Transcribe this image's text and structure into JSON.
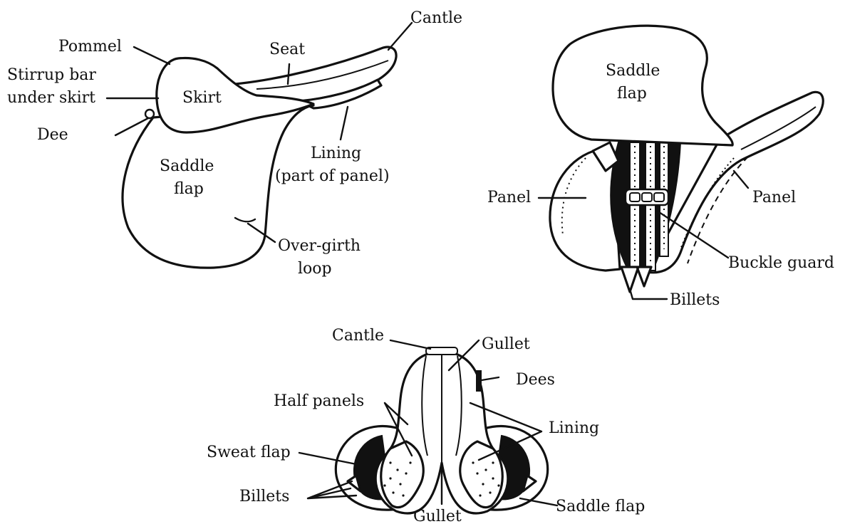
{
  "side_view": {
    "cantle": "Cantle",
    "pommel": "Pommel",
    "seat": "Seat",
    "stirrup_bar_line1": "Stirrup bar",
    "stirrup_bar_line2": "under skirt",
    "skirt": "Skirt",
    "dee": "Dee",
    "saddle_flap_line1": "Saddle",
    "saddle_flap_line2": "flap",
    "lining_line1": "Lining",
    "lining_line2": "(part of panel)",
    "over_girth_line1": "Over-girth",
    "over_girth_line2": "loop"
  },
  "underside_view": {
    "saddle_flap_line1": "Saddle",
    "saddle_flap_line2": "flap",
    "panel_left": "Panel",
    "panel_right": "Panel",
    "buckle_guard": "Buckle guard",
    "billets": "Billets"
  },
  "bottom_view": {
    "cantle": "Cantle",
    "gullet_top": "Gullet",
    "dees": "Dees",
    "half_panels": "Half panels",
    "lining": "Lining",
    "sweat_flap": "Sweat flap",
    "billets": "Billets",
    "gullet_bottom": "Gullet",
    "saddle_flap": "Saddle flap"
  }
}
